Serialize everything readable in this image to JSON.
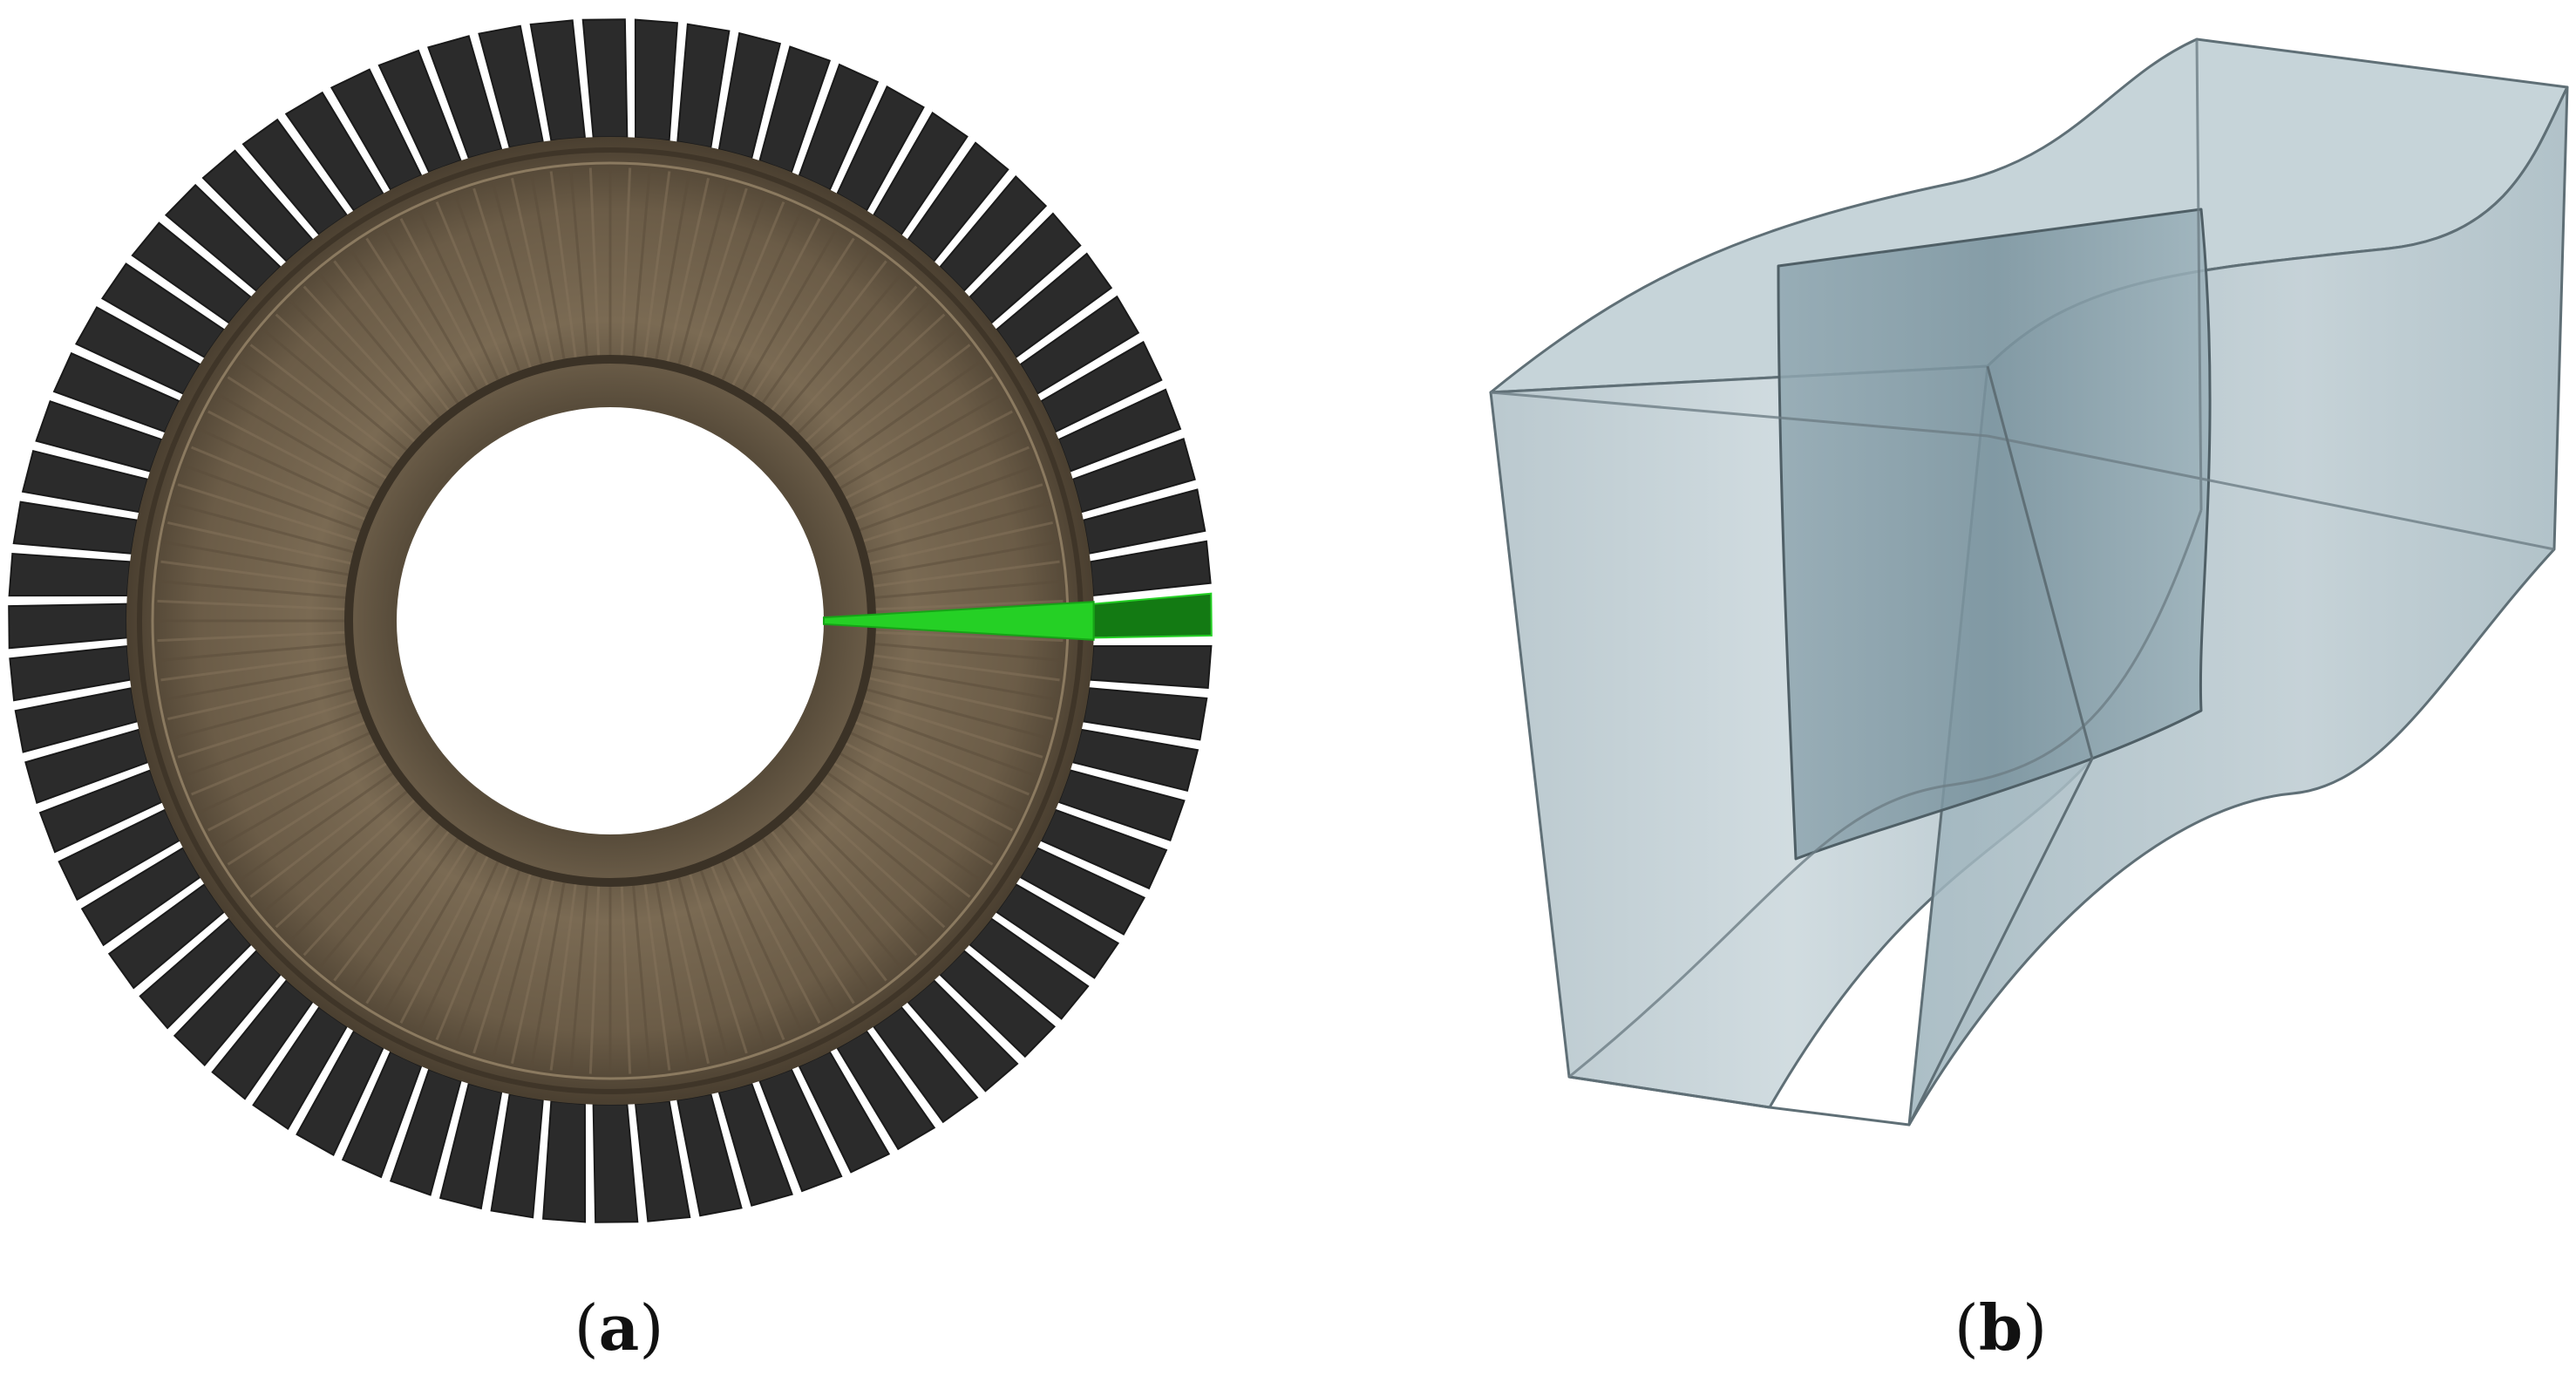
{
  "figure": {
    "panels": [
      {
        "id": "a",
        "label_open": "(",
        "label_letter": "a",
        "label_close": ")",
        "content": "turbine-cascade-ring"
      },
      {
        "id": "b",
        "label_open": "(",
        "label_letter": "b",
        "label_close": ")",
        "content": "single-passage-domain"
      }
    ]
  },
  "ring": {
    "blade_count": 72,
    "highlighted_blade_index": 0,
    "colors": {
      "blade": "#2b2b2b",
      "hub": "#6e5f4b",
      "hub_rim": "#5a4c3a",
      "highlight": "#25d025",
      "highlight_dark": "#137a13"
    }
  },
  "domain": {
    "colors": {
      "fill": "#a9bec7",
      "edge": "#5f6f76",
      "blade_fill": "#90a7b1"
    }
  }
}
